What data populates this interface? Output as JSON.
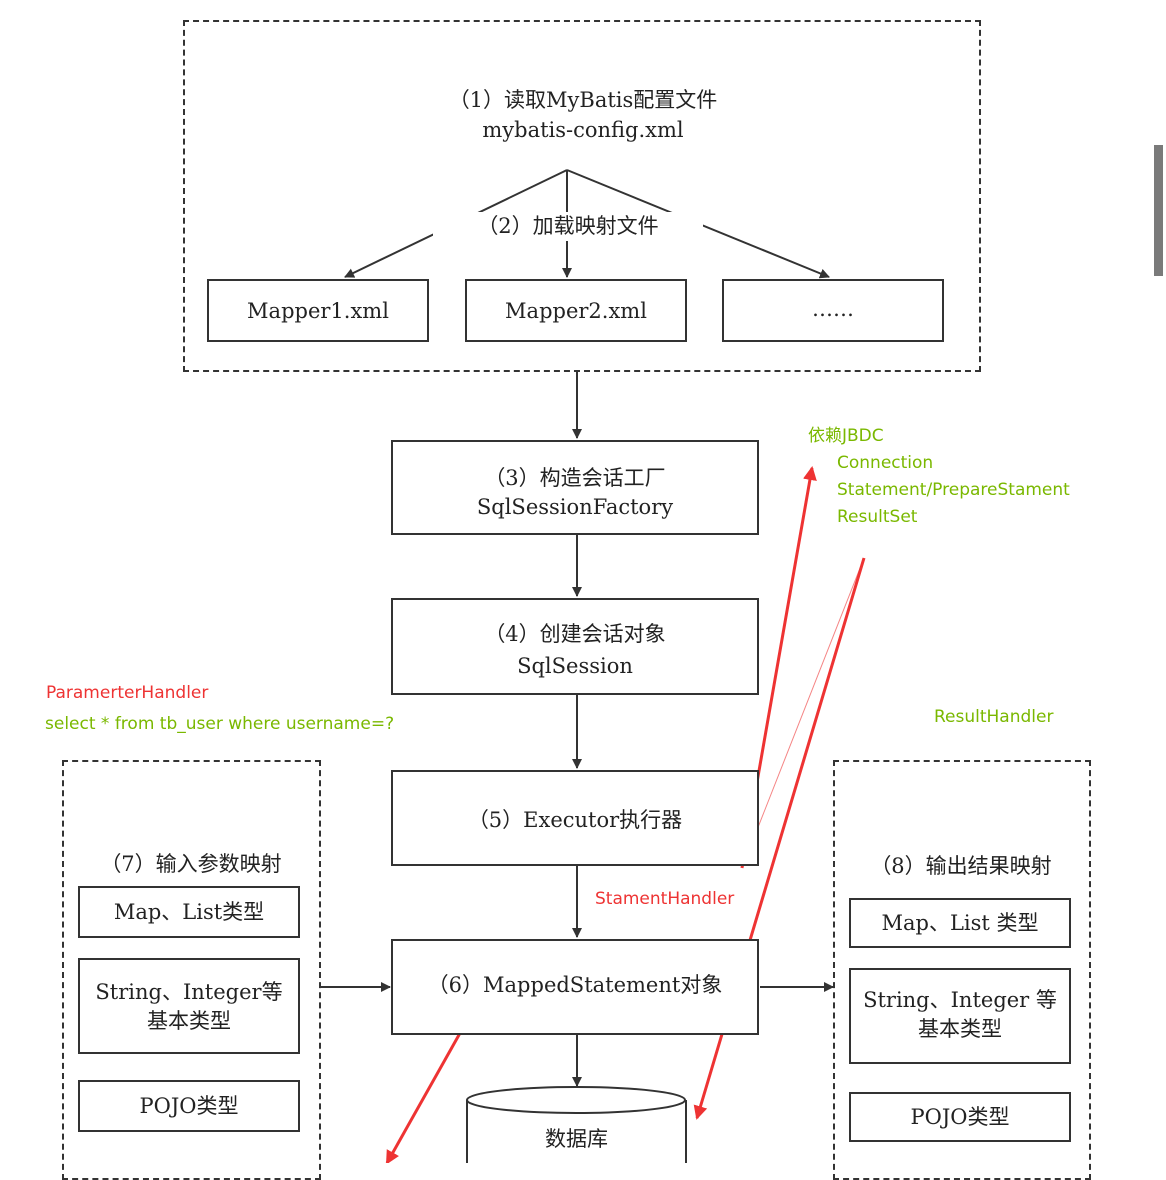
{
  "top_group": {
    "step1_line1": "（1）读取MyBatis配置文件",
    "step1_line2": "mybatis-config.xml",
    "step2": "（2）加载映射文件",
    "mappers": [
      "Mapper1.xml",
      "Mapper2.xml",
      "……"
    ]
  },
  "steps": {
    "step3_line1": "（3）构造会话工厂",
    "step3_line2": "SqlSessionFactory",
    "step4_line1": "（4）创建会话对象",
    "step4_line2": "SqlSession",
    "step5": "（5）Executor执行器",
    "step6": "（6）MappedStatement对象",
    "database": "数据库"
  },
  "left_group": {
    "title": "（7）输入参数映射",
    "items": [
      "Map、List类型",
      "String、Integer等\n基本类型",
      "POJO类型"
    ]
  },
  "right_group": {
    "title": "（8）输出结果映射",
    "items": [
      "Map、List 类型",
      "String、Integer 等\n基本类型",
      "POJO类型"
    ]
  },
  "annotations": {
    "jdbc_title": "依赖JBDC",
    "jdbc_items": [
      "Connection",
      "Statement/PrepareStament",
      "ResultSet"
    ],
    "parameter_handler": "ParamerterHandler",
    "sql_example": "select * from tb_user where username=?",
    "result_handler": "ResultHandler",
    "statement_handler": "StamentHandler"
  },
  "colors": {
    "line": "#333333",
    "annotation_green": "#7ab800",
    "annotation_red": "#ee3333"
  }
}
